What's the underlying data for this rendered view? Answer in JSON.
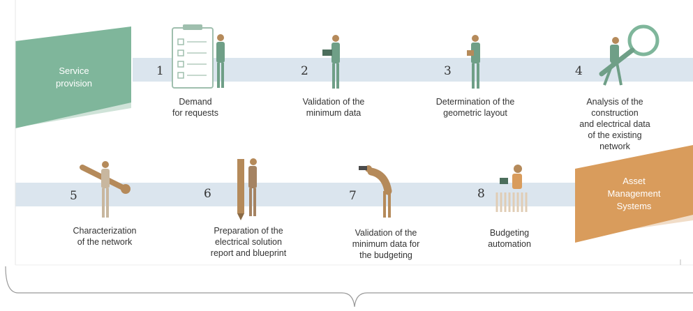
{
  "banners": {
    "left": "Service\nprovision",
    "right": "Asset\nManagement\nSystems"
  },
  "steps": [
    {
      "number": "1",
      "label": "Demand\nfor requests"
    },
    {
      "number": "2",
      "label": "Validation of the\nminimum data"
    },
    {
      "number": "3",
      "label": "Determination of the\ngeometric layout"
    },
    {
      "number": "4",
      "label": "Analysis of the construction\nand electrical data\nof the existing network"
    },
    {
      "number": "5",
      "label": "Characterization\nof the network"
    },
    {
      "number": "6",
      "label": "Preparation of the\nelectrical solution\nreport and blueprint"
    },
    {
      "number": "7",
      "label": "Validation of the\nminimum data for\nthe budgeting"
    },
    {
      "number": "8",
      "label": "Budgeting\nautomation"
    }
  ],
  "colors": {
    "band": "#dbe5ee",
    "service_green": "#7fb69b",
    "service_green_shadow": "#cfe3d8",
    "asset_orange": "#d99c5c",
    "asset_orange_shadow": "#f1ddc8",
    "figure_green": "#6f9f87",
    "figure_tan": "#b58a5a"
  }
}
